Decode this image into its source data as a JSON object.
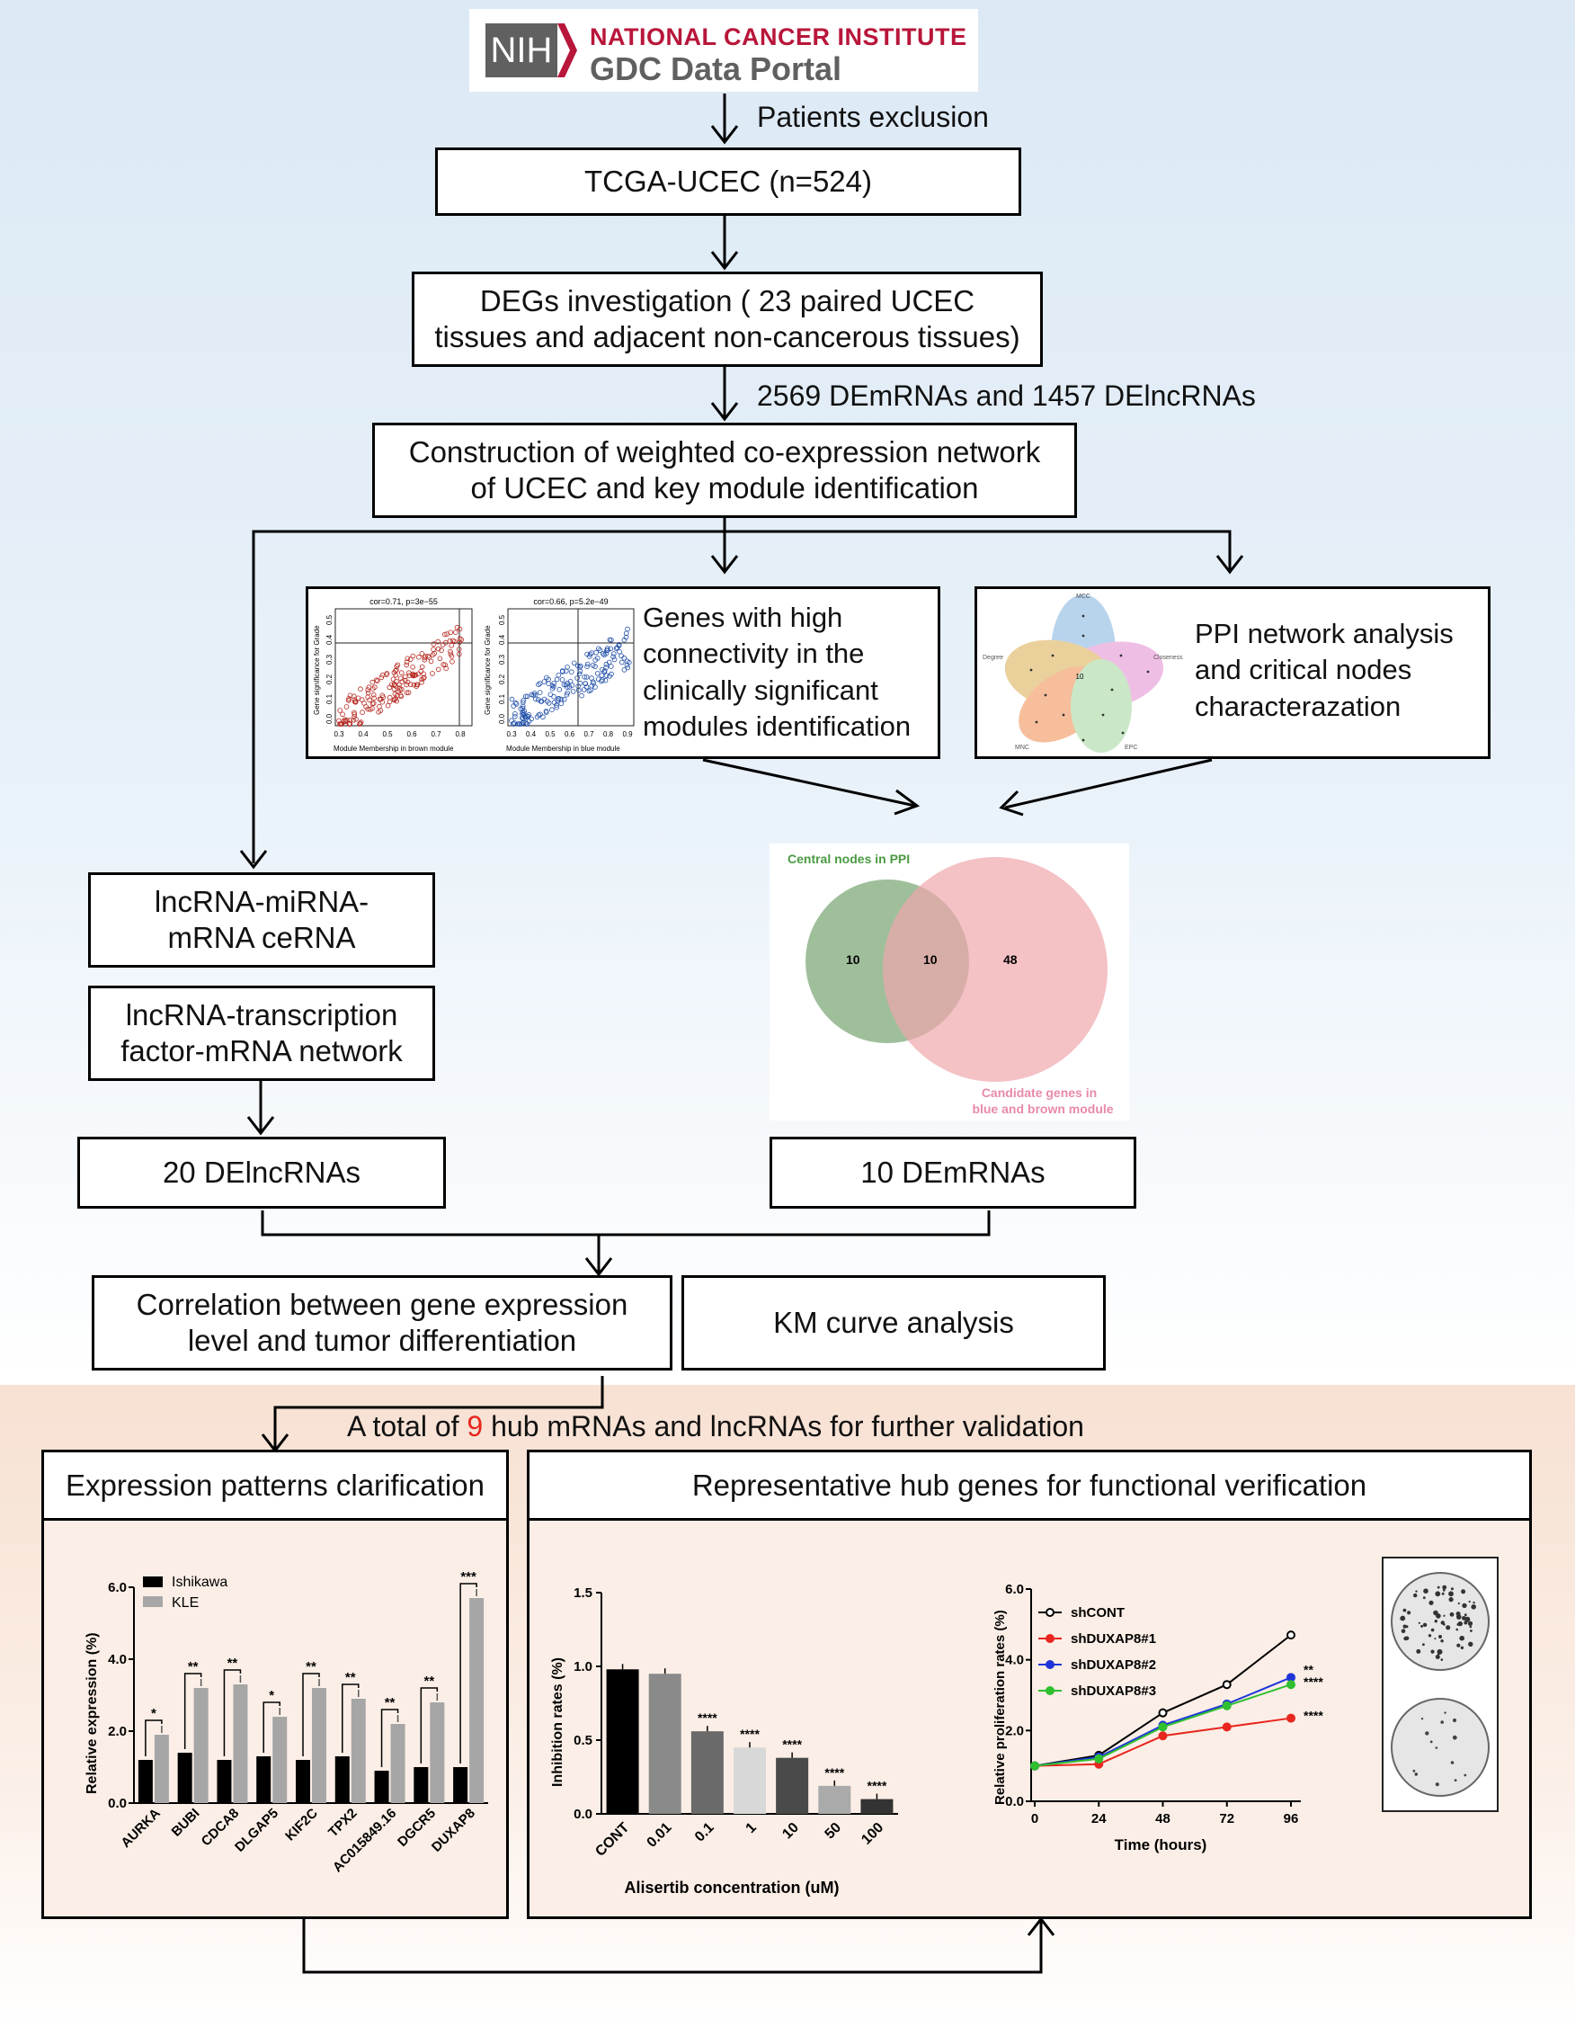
{
  "colors": {
    "accent_red": "#e8261e",
    "bg_blue": "#dce9f5",
    "bg_peach": "#f7e1d3",
    "nih_crimson": "#b8163a",
    "nih_gray": "#606060"
  },
  "logo": {
    "nih": "NIH",
    "institute": "NATIONAL CANCER INSTITUTE",
    "portal": "GDC Data Portal"
  },
  "flow": {
    "patients_exclusion": "Patients exclusion",
    "tcga": "TCGA-UCEC (n=524)",
    "degs_line1": "DEGs investigation ( 23 paired UCEC",
    "degs_line2": "tissues and adjacent non-cancerous tissues)",
    "de_counts": "2569 DEmRNAs and 1457 DElncRNAs",
    "wgcna_line1": "Construction of weighted co-expression network",
    "wgcna_line2": "of UCEC and key module identification",
    "genes_high_lines": [
      "Genes with high",
      "connectivity in the",
      "clinically significant",
      "modules identification"
    ],
    "ppi_lines": [
      "PPI network analysis",
      "and critical nodes",
      "characterazation"
    ],
    "cerna_line1": "lncRNA-miRNA-",
    "cerna_line2": "mRNA ceRNA",
    "tf_line1": "lncRNA-transcription",
    "tf_line2": "factor-mRNA network",
    "delnc": "20 DElncRNAs",
    "dem": "10 DEmRNAs",
    "corr_line1": "Correlation between gene expression",
    "corr_line2": "level and tumor differentiation",
    "km": "KM curve analysis",
    "total_prefix": "A total of ",
    "total_number": "9",
    "total_suffix": " hub mRNAs and lncRNAs for further validation",
    "expr_header": "Expression patterns clarification",
    "func_header": "Representative hub genes for functional verification"
  },
  "scatter_brown": {
    "title": "cor=0.71, p=3e−55",
    "ylabel": "Gene significance for Grade",
    "xlabel": "Module Membership in brown module",
    "xticks": [
      "0.3",
      "0.4",
      "0.5",
      "0.6",
      "0.7",
      "0.8"
    ],
    "yticks": [
      "0.0",
      "0.1",
      "0.2",
      "0.3",
      "0.4",
      "0.5"
    ]
  },
  "scatter_blue": {
    "title": "cor=0.66, p=5.2e−49",
    "ylabel": "Gene significance for Grade",
    "xlabel": "Module Membership in blue module",
    "xticks": [
      "0.3",
      "0.4",
      "0.5",
      "0.6",
      "0.7",
      "0.8",
      "0.9"
    ],
    "yticks": [
      "0.0",
      "0.1",
      "0.2",
      "0.3",
      "0.4",
      "0.5"
    ]
  },
  "flower_venn": {
    "labels": [
      "MCC",
      "Degree",
      "Closeness",
      "MNC",
      "EPC"
    ],
    "center": "10"
  },
  "venn": {
    "left_label": "Central nodes in PPI",
    "right_label_line1": "Candidate genes in",
    "right_label_line2": "blue and brown module",
    "left_only": "10",
    "both": "10",
    "right_only": "48"
  },
  "chart_data": [
    {
      "type": "bar",
      "categories": [
        "AURKA",
        "BUBI",
        "CDCA8",
        "DLGAP5",
        "KIF2C",
        "TPX2",
        "AC015849.16",
        "DGCR5",
        "DUXAP8"
      ],
      "series": [
        {
          "name": "Ishikawa",
          "values": [
            1.2,
            1.4,
            1.2,
            1.3,
            1.2,
            1.3,
            0.9,
            1.0,
            1.0
          ]
        },
        {
          "name": "KLE",
          "values": [
            1.9,
            3.2,
            3.3,
            2.4,
            3.2,
            2.9,
            2.2,
            2.8,
            5.7
          ]
        }
      ],
      "significance": [
        "*",
        "**",
        "**",
        "*",
        "**",
        "**",
        "**",
        "**",
        "***"
      ],
      "ylabel": "Relative expression (%)",
      "yticks": [
        "0.0",
        "2.0",
        "4.0",
        "6.0"
      ],
      "ylim": [
        0,
        6
      ]
    },
    {
      "type": "bar",
      "categories": [
        "CONT",
        "0.01",
        "0.1",
        "1",
        "10",
        "50",
        "100"
      ],
      "values": [
        0.98,
        0.95,
        0.56,
        0.45,
        0.38,
        0.19,
        0.1
      ],
      "bar_colors": [
        "#000000",
        "#8a8a8a",
        "#6a6a6a",
        "#d8d8d8",
        "#4a4a4a",
        "#aaaaaa",
        "#333333"
      ],
      "significance": [
        "",
        "",
        "****",
        "****",
        "****",
        "****",
        "****"
      ],
      "ylabel": "Inhibition rates (%)",
      "xlabel": "Alisertib concentration (uM)",
      "yticks": [
        "0.0",
        "0.5",
        "1.0",
        "1.5"
      ],
      "ylim": [
        0,
        1.5
      ]
    },
    {
      "type": "line",
      "x": [
        0,
        24,
        48,
        72,
        96
      ],
      "xticks": [
        "0",
        "24",
        "48",
        "72",
        "96"
      ],
      "series": [
        {
          "name": "shCONT",
          "color": "#000000",
          "values": [
            1.0,
            1.3,
            2.5,
            3.3,
            4.7
          ]
        },
        {
          "name": "shDUXAP8#1",
          "color": "#e8261e",
          "values": [
            1.0,
            1.05,
            1.85,
            2.1,
            2.35
          ]
        },
        {
          "name": "shDUXAP8#2",
          "color": "#1f35d9",
          "values": [
            1.0,
            1.25,
            2.15,
            2.75,
            3.5
          ]
        },
        {
          "name": "shDUXAP8#3",
          "color": "#2fbf2f",
          "values": [
            1.0,
            1.2,
            2.1,
            2.7,
            3.3
          ]
        }
      ],
      "end_labels": [
        "**",
        "****",
        "****"
      ],
      "ylabel": "Relative proliferation rates (%)",
      "xlabel": "Time (hours)",
      "yticks": [
        "0.0",
        "2.0",
        "4.0",
        "6.0"
      ],
      "ylim": [
        0,
        6
      ]
    }
  ]
}
